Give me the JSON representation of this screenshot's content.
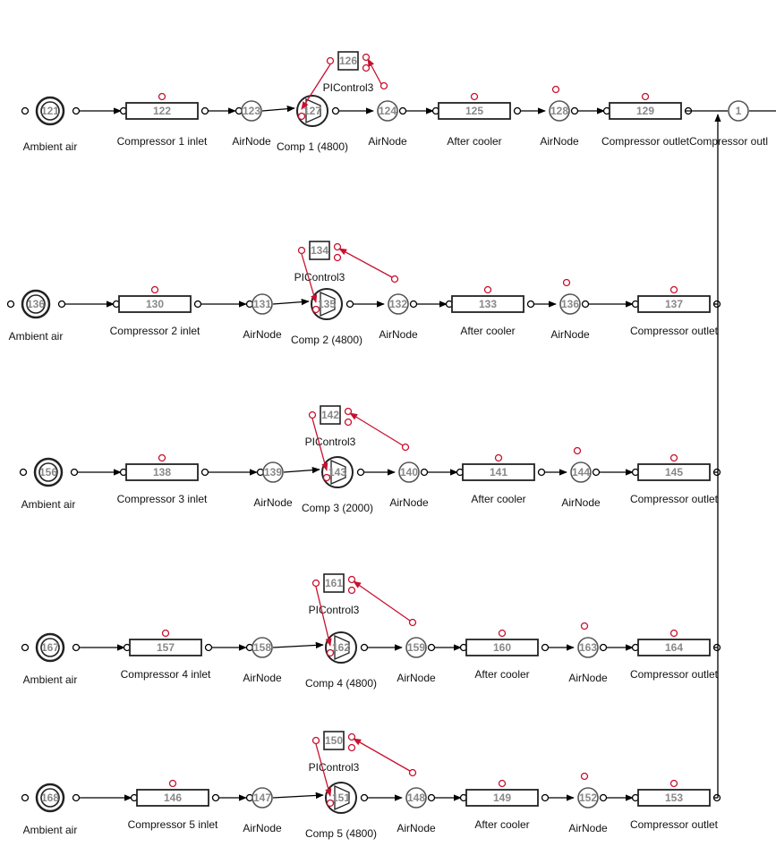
{
  "colors": {
    "wire": "#000000",
    "control": "#c8102e",
    "id_text": "#888888",
    "label": "#111111"
  },
  "labels": {
    "ambient_air": "Ambient air",
    "air_node": "AirNode",
    "after_cooler": "After cooler",
    "compressor_outlet": "Compressor outlet",
    "controller": "PIControl3"
  },
  "header_node": {
    "id": "1",
    "label": "Compressor outl"
  },
  "rows": [
    {
      "source_id": "121",
      "inlet_id": "122",
      "inlet_label": "Compressor 1 inlet",
      "node_a_id": "123",
      "comp_id": "127",
      "comp_label": "Comp 1 (4800)",
      "ctrl_id": "126",
      "node_b_id": "124",
      "cooler_id": "125",
      "node_c_id": "128",
      "outlet_id": "129"
    },
    {
      "source_id": "136",
      "inlet_id": "130",
      "inlet_label": "Compressor 2 inlet",
      "node_a_id": "131",
      "comp_id": "135",
      "comp_label": "Comp 2 (4800)",
      "ctrl_id": "134",
      "node_b_id": "132",
      "cooler_id": "133",
      "node_c_id": "136",
      "outlet_id": "137"
    },
    {
      "source_id": "156",
      "inlet_id": "138",
      "inlet_label": "Compressor 3 inlet",
      "node_a_id": "139",
      "comp_id": "143",
      "comp_label": "Comp 3 (2000)",
      "ctrl_id": "142",
      "node_b_id": "140",
      "cooler_id": "141",
      "node_c_id": "144",
      "outlet_id": "145"
    },
    {
      "source_id": "167",
      "inlet_id": "157",
      "inlet_label": "Compressor 4 inlet",
      "node_a_id": "158",
      "comp_id": "162",
      "comp_label": "Comp 4 (4800)",
      "ctrl_id": "161",
      "node_b_id": "159",
      "cooler_id": "160",
      "node_c_id": "163",
      "outlet_id": "164"
    },
    {
      "source_id": "168",
      "inlet_id": "146",
      "inlet_label": "Compressor 5 inlet",
      "node_a_id": "147",
      "comp_id": "151",
      "comp_label": "Comp 5 (4800)",
      "ctrl_id": "150",
      "node_b_id": "148",
      "cooler_id": "149",
      "node_c_id": "152",
      "outlet_id": "153"
    }
  ]
}
